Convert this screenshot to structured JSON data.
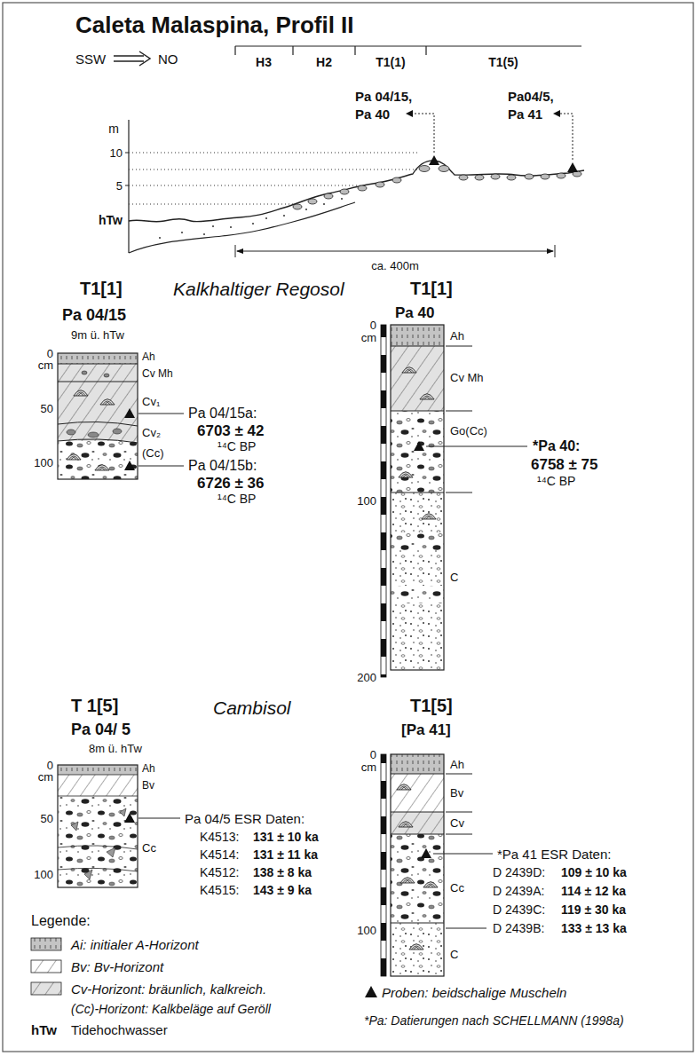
{
  "diagram": {
    "title": "Caleta Malaspina, Profil II",
    "labels": [
      "SSW",
      "NO",
      "H3",
      "H2",
      "T1(1)",
      "T1(5)",
      "Pa 04/15,",
      "Pa 40",
      "Pa04/5,",
      "Pa 41",
      "m",
      "10",
      "5",
      "hTw",
      "ca. 400m",
      "T1[1]",
      "Kalkhaltiger Regosol",
      "T1[1]",
      "Pa 04/15",
      "9m ü. hTw",
      "0",
      "cm",
      "50",
      "100",
      "Ah",
      "Cv Mh",
      "Cv₁",
      "Cv₂",
      "(Cc)",
      "Pa 04/15a:",
      "6703 ± 42",
      "¹⁴C BP",
      "Pa 04/15b:",
      "6726 ± 36",
      "¹⁴C BP",
      "Pa 40",
      "0",
      "cm",
      "100",
      "200",
      "Ah",
      "Cv Mh",
      "Go(Cc)",
      "C",
      "*Pa 40:",
      "6758 ± 75",
      "¹⁴C BP",
      "T 1[5]",
      "Cambisol",
      "T1[5]",
      "Pa 04/ 5",
      "8m ü. hTw",
      "0",
      "cm",
      "50",
      "100",
      "Ah",
      "Bv",
      "Cc",
      "Pa 04/5 ESR Daten:",
      "K4513:",
      "131 ± 10 ka",
      "K4514:",
      "131 ± 11 ka",
      "K4512:",
      "138 ± 8 ka",
      "K4515:",
      "143 ± 9 ka",
      "[Pa 41]",
      "0",
      "cm",
      "100",
      "Ah",
      "Bv",
      "Cv",
      "Cc",
      "C",
      "*Pa 41 ESR Daten:",
      "D 2439D:",
      "109 ± 10 ka",
      "D 2439A:",
      "114 ± 12 ka",
      "D 2439C:",
      "119 ± 30 ka",
      "D 2439B:",
      "133 ± 13 ka",
      "Legende:",
      "hTw",
      "Tidehochwasser",
      "*Pa: Datierungen nach SCHELLMANN (1998a)",
      "(Cc)-Horizont: Kalkbeläge auf Geröll"
    ],
    "legend": [
      {
        "text": "Ai: initialer A-Horizont"
      },
      {
        "text": "Bv: Bv-Horizont"
      },
      {
        "text": "Cv-Horizont: bräunlich, kalkreich."
      },
      {
        "text": "Proben: beidschalige Muscheln"
      }
    ]
  }
}
